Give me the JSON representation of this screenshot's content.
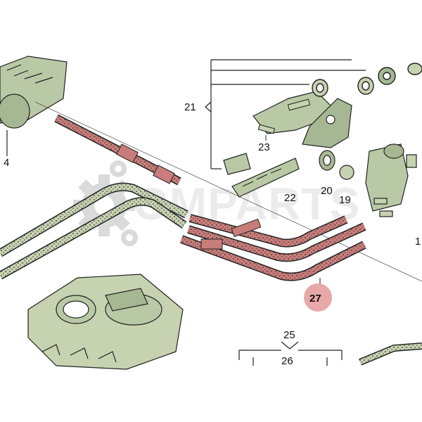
{
  "watermark": {
    "text": "OMPARTS"
  },
  "part_labels": {
    "p4": "4",
    "p21": "21",
    "p23": "23",
    "p22": "22",
    "p20": "20",
    "p19": "19",
    "p25": "25",
    "p26": "26",
    "p27": "27",
    "p1": "1"
  },
  "colors": {
    "hose_red": "#c97d7a",
    "hose_green": "#c6d2b0",
    "part_green": "#b9c9a6",
    "callout_bg": "#e8a8a8",
    "line": "#222222"
  }
}
